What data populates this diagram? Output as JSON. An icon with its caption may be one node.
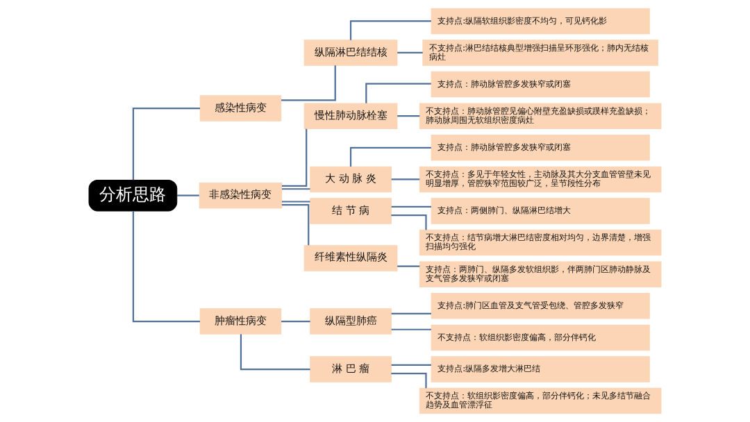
{
  "diagram": {
    "nodes": [
      {
        "text": [
          "分析思路"
        ]
      },
      {
        "text": [
          "感染性病变"
        ]
      },
      {
        "text": [
          "纵隔淋巴结结核"
        ]
      },
      {
        "text": [
          "支持点:纵隔软组织影密度不均匀，可见钙化影"
        ]
      },
      {
        "text": [
          "不支持点:淋巴结结核典型增强扫描呈环形强化；肺内无结核病灶"
        ]
      },
      {
        "text": [
          "非感染性病变"
        ]
      },
      {
        "text": [
          "慢性肺动脉栓塞"
        ]
      },
      {
        "text": [
          "支持点：肺动脉管腔多发狭窄或闭塞"
        ]
      },
      {
        "text": [
          "不支持点：肺动脉管腔见偏心附壁充盈缺损或蹼样充盈缺损；肺动脉周围无软组织密度病灶"
        ]
      },
      {
        "text": [
          "大 动 脉 炎"
        ]
      },
      {
        "text": [
          "支持点：肺动脉管腔多发狭窄或闭塞"
        ]
      },
      {
        "text": [
          "不支持点：多见于年轻女性，主动脉及其大分支血管管壁未见明显增厚，管腔狭窄范围较广泛，呈节段性分布"
        ]
      },
      {
        "text": [
          "结 节 病"
        ]
      },
      {
        "text": [
          "支持点：两侧肺门、纵隔淋巴结增大"
        ]
      },
      {
        "text": [
          "不支持点：结节病增大淋巴结密度相对均匀，边界清楚，增强扫描均匀强化"
        ]
      },
      {
        "text": [
          "纤维素性纵隔炎"
        ]
      },
      {
        "text": [
          "支持点：两肺门、纵隔多发软组织影，伴两肺门区肺动静脉及支气管多发狭窄或闭塞"
        ]
      },
      {
        "text": [
          "肿瘤性病变"
        ]
      },
      {
        "text": [
          "纵隔型肺癌"
        ]
      },
      {
        "text": [
          "支持点:肺门区血管及支气管受包绕、管腔多发狭窄"
        ]
      },
      {
        "text": [
          "不支持点：软组织影密度偏高，部分伴钙化"
        ]
      },
      {
        "text": [
          "淋 巴 瘤"
        ]
      },
      {
        "text": [
          "支持点:纵隔多发增大淋巴结"
        ]
      },
      {
        "text": [
          "不支持点：软组织影密度偏高，部分伴钙化；未见多结节融合趋势及血管漂浮征"
        ]
      }
    ],
    "edges": [
      {
        "from": 0,
        "to": 1,
        "arrow": "none"
      },
      {
        "from": 0,
        "to": 5,
        "arrow": "none"
      },
      {
        "from": 0,
        "to": 17,
        "arrow": "none"
      },
      {
        "from": 1,
        "to": 2,
        "arrow": "none"
      },
      {
        "from": 2,
        "to": 3,
        "arrow": "none"
      },
      {
        "from": 2,
        "to": 4,
        "arrow": "none"
      },
      {
        "from": 5,
        "to": 6,
        "arrow": "none"
      },
      {
        "from": 5,
        "to": 9,
        "arrow": "none"
      },
      {
        "from": 5,
        "to": 12,
        "arrow": "none"
      },
      {
        "from": 5,
        "to": 15,
        "arrow": "none"
      },
      {
        "from": 6,
        "to": 7,
        "arrow": "none"
      },
      {
        "from": 6,
        "to": 8,
        "arrow": "none"
      },
      {
        "from": 9,
        "to": 10,
        "arrow": "none"
      },
      {
        "from": 9,
        "to": 11,
        "arrow": "none"
      },
      {
        "from": 12,
        "to": 13,
        "arrow": "none"
      },
      {
        "from": 12,
        "to": 14,
        "arrow": "none"
      },
      {
        "from": 15,
        "to": 16,
        "arrow": "none"
      },
      {
        "from": 17,
        "to": 18,
        "arrow": "none"
      },
      {
        "from": 17,
        "to": 21,
        "arrow": "none"
      },
      {
        "from": 18,
        "to": 19,
        "arrow": "none"
      },
      {
        "from": 18,
        "to": 20,
        "arrow": "none"
      },
      {
        "from": 21,
        "to": 22,
        "arrow": "none"
      },
      {
        "from": 21,
        "to": 23,
        "arrow": "none"
      }
    ]
  }
}
